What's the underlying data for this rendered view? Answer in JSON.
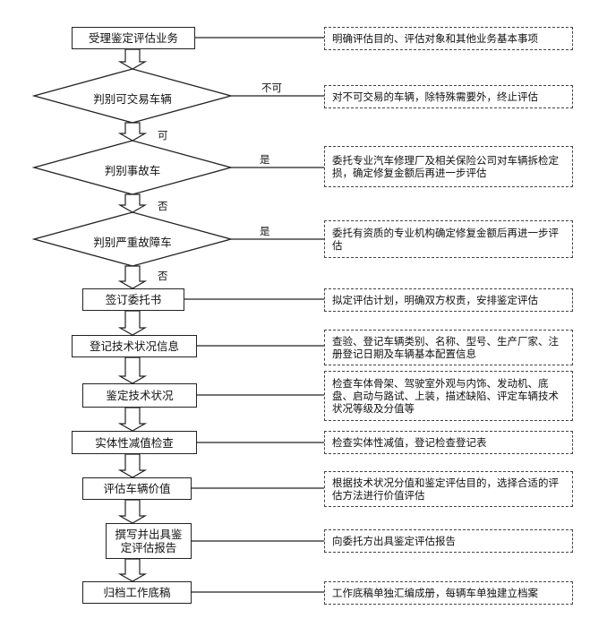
{
  "flow": {
    "steps": {
      "accept": "受理鉴定评估业务",
      "sign": "签订委托书",
      "register": "登记技术状况信息",
      "appraise": "鉴定技术状况",
      "depreciation": "实体性减值检查",
      "valuate": "评估车辆价值",
      "report": "撰写并出具鉴定评估报告",
      "archive": "归档工作底稿"
    },
    "decisions": {
      "tradable": "判别可交易车辆",
      "accident": "判别事故车",
      "fault": "判别严重故障车"
    },
    "edges": {
      "not_tradable": "不可",
      "tradable": "可",
      "accident_yes": "是",
      "accident_no": "否",
      "fault_yes": "是",
      "fault_no": "否"
    },
    "notes": {
      "accept": "明确评估目的、评估对象和其他业务基本事项",
      "tradable": "对不可交易的车辆，除特殊需要外，终止评估",
      "accident": "委托专业汽车修理厂及相关保险公司对车辆拆检定损，确定修复金额后再进一步评估",
      "fault": "委托有资质的专业机构确定修复金额后再进一步评估",
      "sign": "拟定评估计划，明确双方权责，安排鉴定评估",
      "register": "查验、登记车辆类别、名称、型号、生产厂家、注册登记日期及车辆基本配置信息",
      "appraise": "检查车体骨架、驾驶室外观与内饰、发动机、底盘、启动与路试、上装，描述缺陷、评定车辆技术状况等级及分值等",
      "depreciation": "检查实体性减值，登记检查登记表",
      "valuate": "根据技术状况分值和鉴定评估目的，选择合适的评估方法进行价值评估",
      "report": "向委托方出具鉴定评估报告",
      "archive": "工作底稿单独汇编成册，每辆车单独建立档案"
    }
  }
}
